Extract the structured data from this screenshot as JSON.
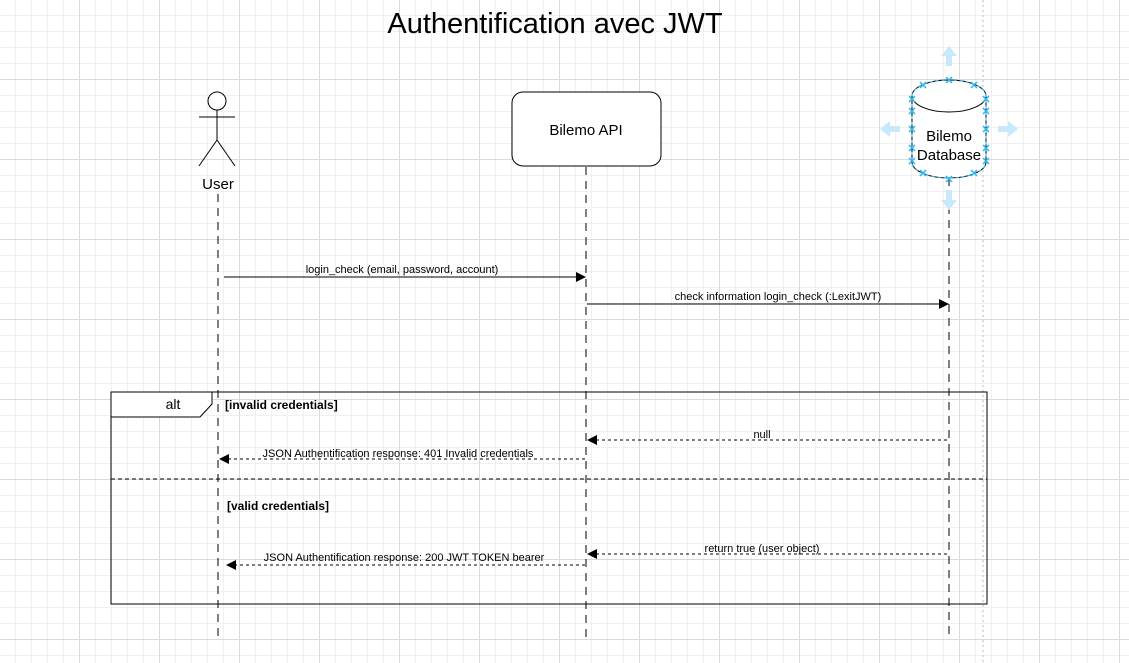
{
  "diagram": {
    "title": "Authentification avec JWT",
    "participants": {
      "user": {
        "label": "User",
        "kind": "actor"
      },
      "api": {
        "label": "Bilemo API",
        "kind": "box"
      },
      "db": {
        "label_line1": "Bilemo",
        "label_line2": "Database",
        "kind": "database"
      }
    },
    "messages": [
      {
        "from": "User",
        "to": "Bilemo API",
        "label": "login_check (email, password, account)",
        "style": "solid"
      },
      {
        "from": "Bilemo API",
        "to": "Bilemo Database",
        "label": "check information login_check (:LexitJWT)",
        "style": "solid"
      },
      {
        "from": "Bilemo Database",
        "to": "Bilemo API",
        "label": "null",
        "style": "dashed"
      },
      {
        "from": "Bilemo API",
        "to": "User",
        "label": "JSON Authentification response: 401 Invalid credentials",
        "style": "dashed"
      },
      {
        "from": "Bilemo Database",
        "to": "Bilemo API",
        "label": "return true (user object)",
        "style": "dashed"
      },
      {
        "from": "Bilemo API",
        "to": "User",
        "label": "JSON Authentification response: 200 JWT TOKEN bearer",
        "style": "dashed"
      }
    ],
    "fragment": {
      "operator": "alt",
      "guard_1": "[invalid credentials]",
      "guard_2": "[valid credentials]"
    },
    "colors": {
      "line": "#000000",
      "selection_handle": "#29b6f2",
      "selection_arrow": "#c8e8fb"
    }
  }
}
